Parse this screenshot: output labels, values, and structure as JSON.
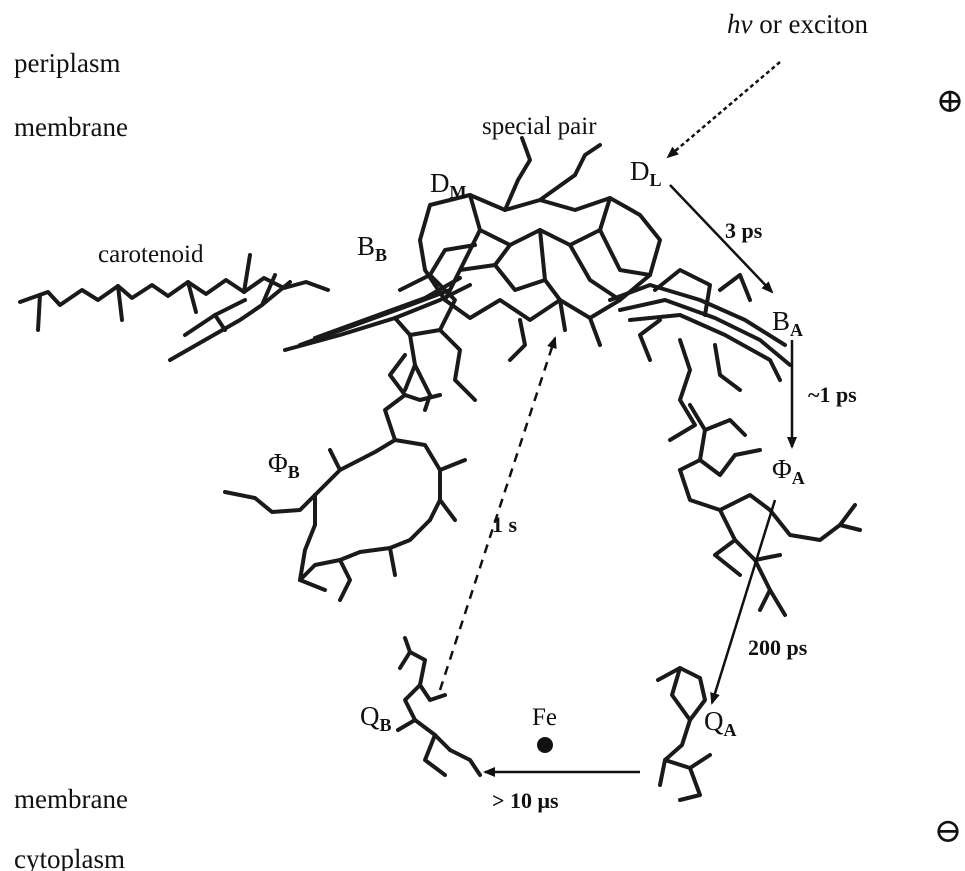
{
  "regions": {
    "top_outer": "periplasm",
    "top_inner": "membrane",
    "bottom_inner": "membrane",
    "bottom_outer": "cytoplasm"
  },
  "charge_signs": {
    "top": "⊕",
    "bottom": "⊖"
  },
  "excitation": {
    "symbol": "hν",
    "text": " or exciton"
  },
  "labels": {
    "special_pair": "special pair",
    "carotenoid": "carotenoid",
    "iron": "Fe"
  },
  "cofactors": {
    "DM": {
      "main": "D",
      "sub": "M"
    },
    "DL": {
      "main": "D",
      "sub": "L"
    },
    "BB": {
      "main": "B",
      "sub": "B"
    },
    "BA": {
      "main": "B",
      "sub": "A"
    },
    "PhiB": {
      "main": "Φ",
      "sub": "B"
    },
    "PhiA": {
      "main": "Φ",
      "sub": "A"
    },
    "QB": {
      "main": "Q",
      "sub": "B"
    },
    "QA": {
      "main": "Q",
      "sub": "A"
    }
  },
  "transfer_times": {
    "DL_to_BA": "3 ps",
    "BA_to_PhiA": "~1 ps",
    "PhiA_to_QA": "200 ps",
    "QA_to_QB": "> 10 μs",
    "QB_to_special_pair": "1 s"
  }
}
